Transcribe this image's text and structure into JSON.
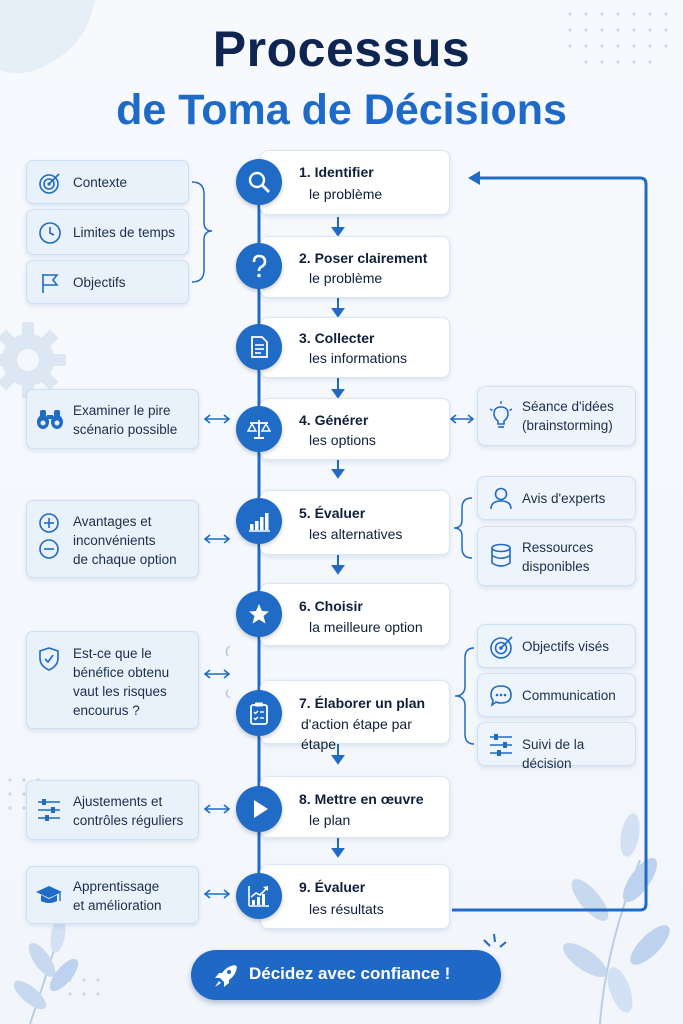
{
  "title": {
    "line1": "Processus",
    "line2": "de Toma de Décisions"
  },
  "steps": [
    {
      "line1": "1. Identifier",
      "line2": "le problème",
      "icon": "search-icon"
    },
    {
      "line1": "2. Poser clairement",
      "line2": "le problème",
      "icon": "question-icon"
    },
    {
      "line1": "3. Collecter",
      "line2": "les informations",
      "icon": "document-icon"
    },
    {
      "line1": "4. Générer",
      "line2": "les options",
      "icon": "balance-scale-icon"
    },
    {
      "line1": "5. Évaluer",
      "line2": "les alternatives",
      "icon": "bar-chart-icon"
    },
    {
      "line1": "6. Choisir",
      "line2": "la meilleure option",
      "icon": "star-icon"
    },
    {
      "line1": "7. Élaborer un plan",
      "line2": "d'action étape par étape",
      "icon": "clipboard-icon"
    },
    {
      "line1": "8. Mettre en œuvre",
      "line2": "le plan",
      "icon": "play-icon"
    },
    {
      "line1": "9. Évaluer",
      "line2": "les résultats",
      "icon": "growth-chart-icon"
    }
  ],
  "left": {
    "context": "Contexte",
    "time_limits": "Limites de temps",
    "objectives": "Objectifs",
    "worst_case": [
      "Examiner le pire",
      "scénario possible"
    ],
    "pros_cons": [
      "Avantages et",
      "inconvénients",
      "de chaque option"
    ],
    "benefit_risk": [
      "Est-ce que le",
      "bénéfice obtenu",
      "vaut les risques",
      "encourus ?"
    ],
    "adjustments": [
      "Ajustements et",
      "contrôles réguliers"
    ],
    "learning": [
      "Apprentissage",
      "et amélioration"
    ]
  },
  "right": {
    "brainstorm": [
      "Séance d'idées",
      "(brainstorming)"
    ],
    "experts": "Avis d'experts",
    "resources": [
      "Ressources",
      "disponibles"
    ],
    "targets": "Objectifs visés",
    "communication": "Communication",
    "tracking": "Suivi de la décision"
  },
  "cta": {
    "label": "Décidez avec confiance !",
    "icon": "rocket-icon"
  },
  "colors": {
    "primary": "#1f6bc6",
    "navy": "#0d2550",
    "accent": "#1e6ac9"
  }
}
